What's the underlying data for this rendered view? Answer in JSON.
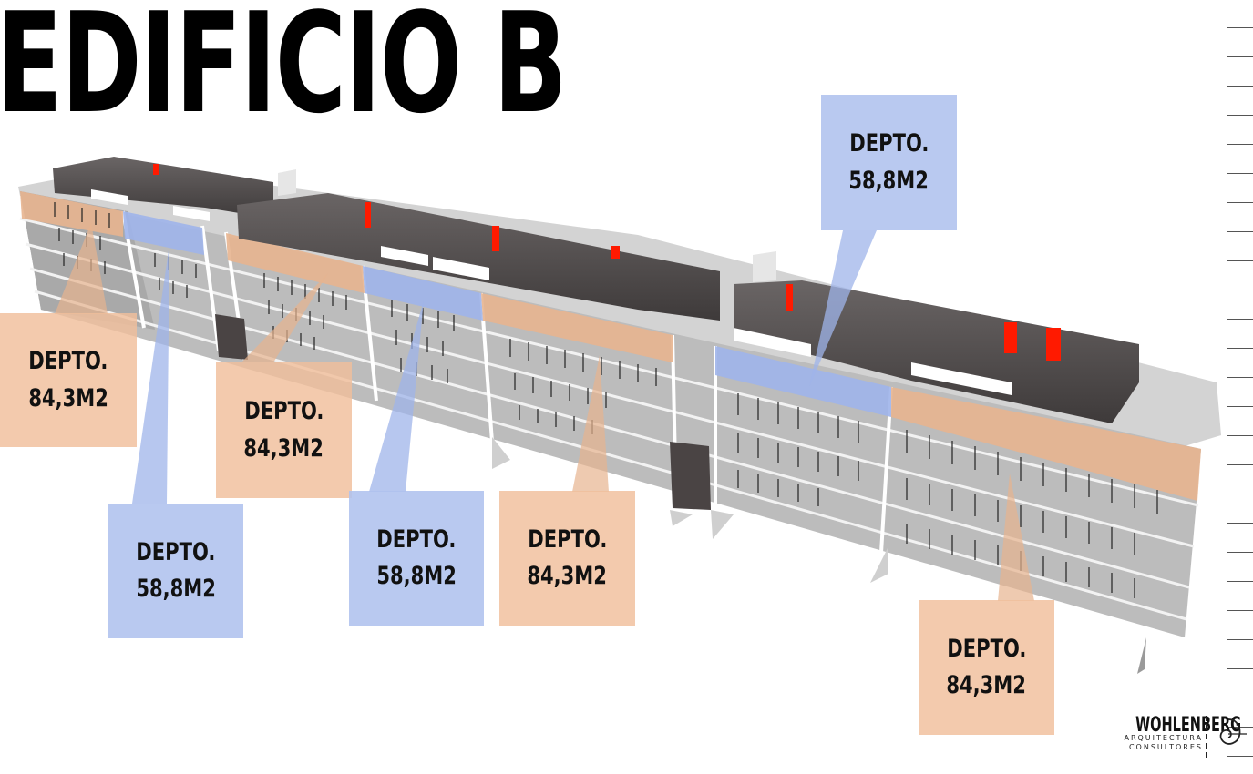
{
  "title": "EDIFICIO B",
  "units": [
    {
      "id": "u1",
      "type": "orange",
      "line1": "DEPTO.",
      "line2": "84,3M2"
    },
    {
      "id": "u2",
      "type": "orange",
      "line1": "DEPTO.",
      "line2": "84,3M2"
    },
    {
      "id": "u3",
      "type": "blue",
      "line1": "DEPTO.",
      "line2": "58,8M2"
    },
    {
      "id": "u4",
      "type": "blue",
      "line1": "DEPTO.",
      "line2": "58,8M2"
    },
    {
      "id": "u5",
      "type": "orange",
      "line1": "DEPTO.",
      "line2": "84,3M2"
    },
    {
      "id": "u6",
      "type": "blue",
      "line1": "DEPTO.",
      "line2": "58,8M2"
    },
    {
      "id": "u7",
      "type": "orange",
      "line1": "DEPTO.",
      "line2": "84,3M2"
    }
  ],
  "logo": {
    "name": "WOHLENBERG",
    "sub1": "ARQUITECTURA",
    "sub2": "CONSULTORES"
  },
  "colors": {
    "orange": "#f0be9b",
    "blue": "#afc2ee",
    "facade": "#bdbdbd",
    "roof_box": "#5a5656",
    "accent_red": "#ff1a00"
  }
}
